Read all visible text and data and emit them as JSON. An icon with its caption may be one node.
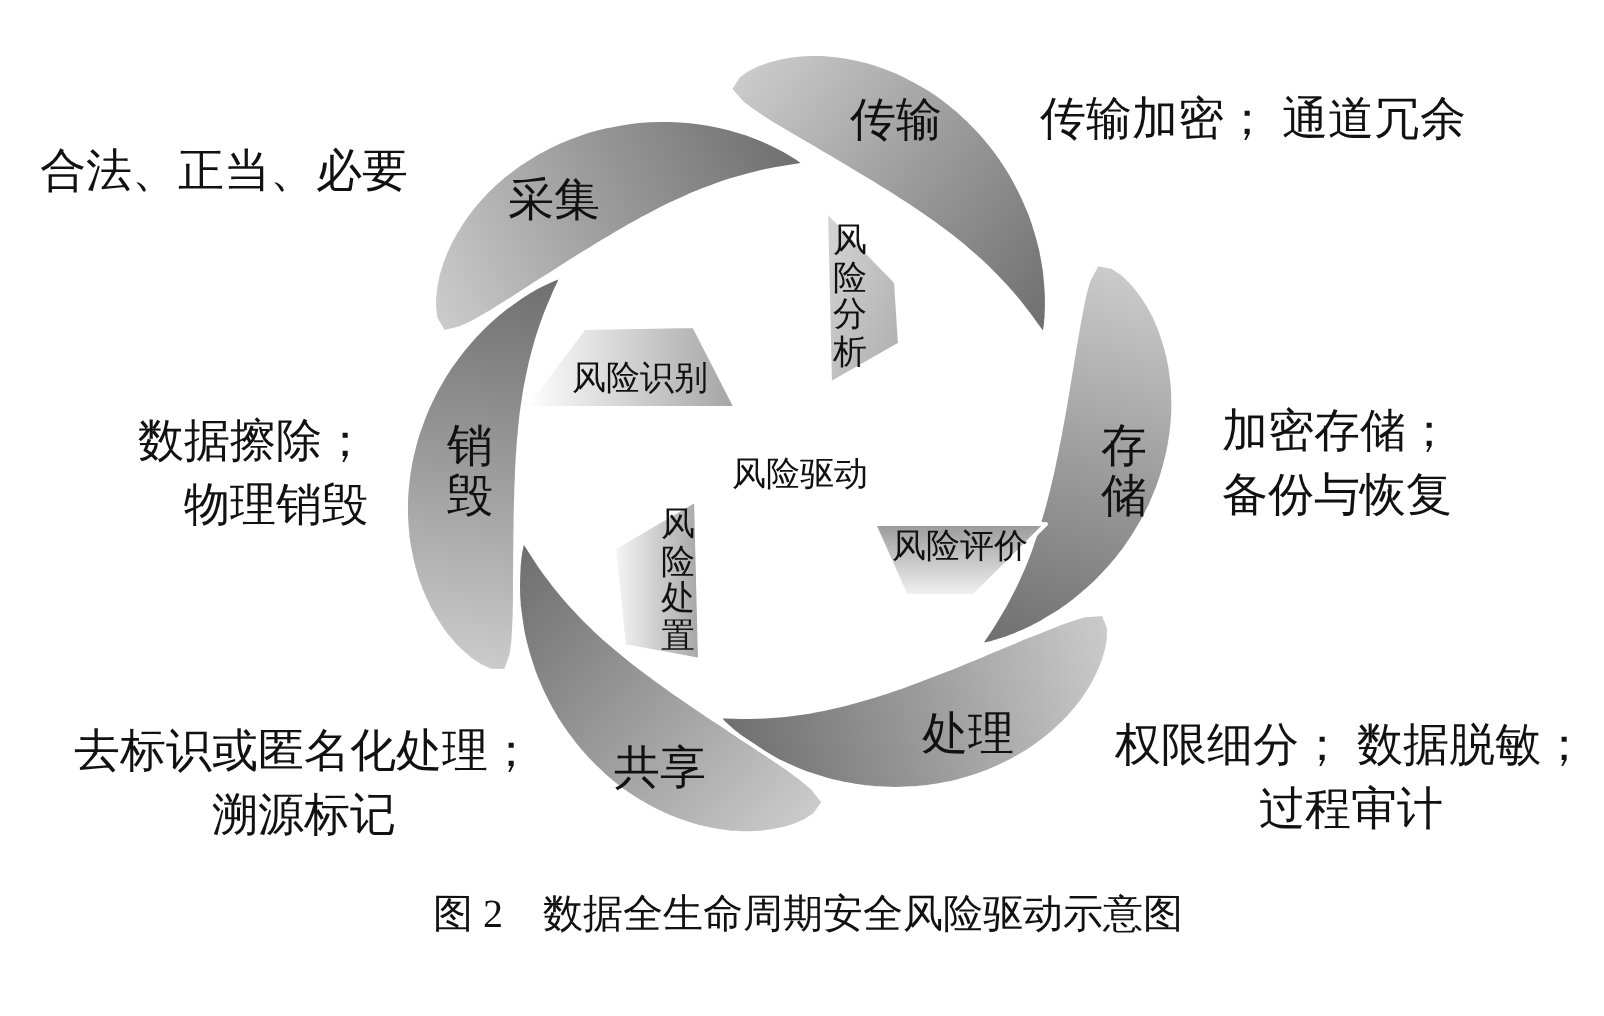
{
  "diagram": {
    "caption": "图 2　数据全生命周期安全风险驱动示意图",
    "nodes": [
      {
        "text": [
          "采集"
        ],
        "beside": [
          "合法、正当、必要"
        ]
      },
      {
        "text": [
          "传输"
        ],
        "beside": [
          "传输加密； 通道冗余"
        ]
      },
      {
        "text": [
          "存储"
        ],
        "beside": [
          "加密存储；备份与恢复"
        ]
      },
      {
        "text": [
          "处理"
        ],
        "beside": [
          "权限细分； 数据脱敏；过程审计"
        ]
      },
      {
        "text": [
          "共享"
        ],
        "beside": [
          "去标识或匿名化处理；溯源标记"
        ]
      },
      {
        "text": [
          "销毁"
        ],
        "beside": [
          "数据擦除；物理销毁"
        ]
      },
      {
        "text": [
          "风险识别"
        ]
      },
      {
        "text": [
          "风险分析"
        ]
      },
      {
        "text": [
          "风险评价"
        ]
      },
      {
        "text": [
          "风险处置"
        ]
      }
    ],
    "labels": [
      "风险驱动"
    ]
  }
}
